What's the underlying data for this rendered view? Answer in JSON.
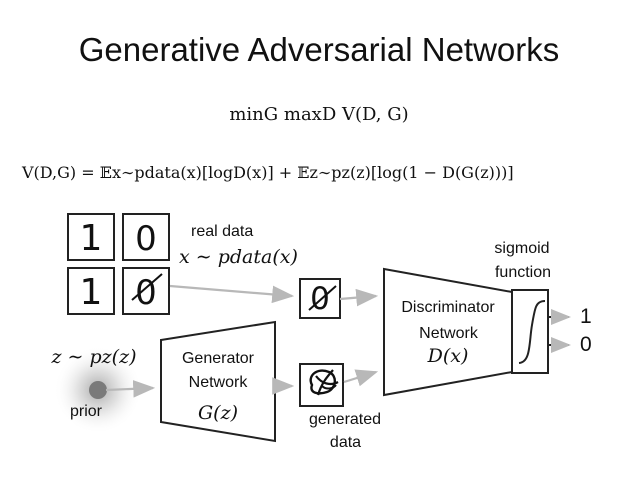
{
  "title": "Generative Adversarial Networks",
  "equations": {
    "objective": "minG maxD V(D, G)",
    "value_function": "V(D,G) = 𝔼x∼pdata(x)[logD(x)] + 𝔼z∼pz(z)[log(1 − D(G(z)))]"
  },
  "labels": {
    "real_data": "real data",
    "real_dist": "x ∼ pdata(x)",
    "sigmoid_line1": "sigmoid",
    "sigmoid_line2": "function",
    "discriminator_line1": "Discriminator",
    "discriminator_line2": "Network",
    "discriminator_formula": "D(x)",
    "generator_line1": "Generator",
    "generator_line2": "Network",
    "generator_formula": "G(z)",
    "prior_formula": "z ∼ pz(z)",
    "prior": "prior",
    "generated_line1": "generated",
    "generated_line2": "data",
    "output_one": "1",
    "output_zero": "0"
  },
  "glyphs": {
    "real_samples": [
      "1",
      "0",
      "1",
      "0"
    ],
    "discriminator_input_real": "0"
  },
  "colors": {
    "background": "#ffffff",
    "stroke": "#222222",
    "arrow": "#b8b8b8",
    "prior_dot": "#7a7a7a",
    "prior_glow": "#d9d9d9"
  }
}
